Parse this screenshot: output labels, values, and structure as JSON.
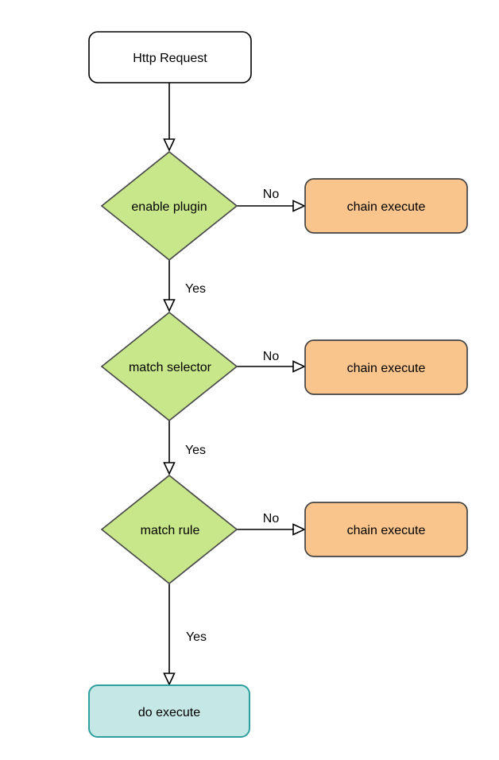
{
  "diagram": {
    "type": "flowchart",
    "colors": {
      "background": "#ffffff",
      "start_fill": "#ffffff",
      "start_border": "#000000",
      "decision_fill": "#c8e78a",
      "decision_border": "#4a4a4a",
      "chain_fill": "#fac58c",
      "chain_border": "#434343",
      "end_fill": "#c5e8e6",
      "end_border": "#2f9e9e",
      "edge": "#000000",
      "text": "#000000"
    },
    "nodes": {
      "start": {
        "label": "Http Request",
        "type": "rounded-rect"
      },
      "decision1": {
        "label": "enable plugin",
        "type": "diamond"
      },
      "chain1": {
        "label": "chain execute",
        "type": "rounded-rect"
      },
      "decision2": {
        "label": "match selector",
        "type": "diamond"
      },
      "chain2": {
        "label": "chain execute",
        "type": "rounded-rect"
      },
      "decision3": {
        "label": "match rule",
        "type": "diamond"
      },
      "chain3": {
        "label": "chain execute",
        "type": "rounded-rect"
      },
      "end": {
        "label": "do execute",
        "type": "rounded-rect"
      }
    },
    "edges": {
      "start_to_decision1": {
        "label": ""
      },
      "decision1_no": {
        "label": "No"
      },
      "decision1_yes": {
        "label": "Yes"
      },
      "decision2_no": {
        "label": "No"
      },
      "decision2_yes": {
        "label": "Yes"
      },
      "decision3_no": {
        "label": "No"
      },
      "decision3_yes": {
        "label": "Yes"
      }
    }
  }
}
